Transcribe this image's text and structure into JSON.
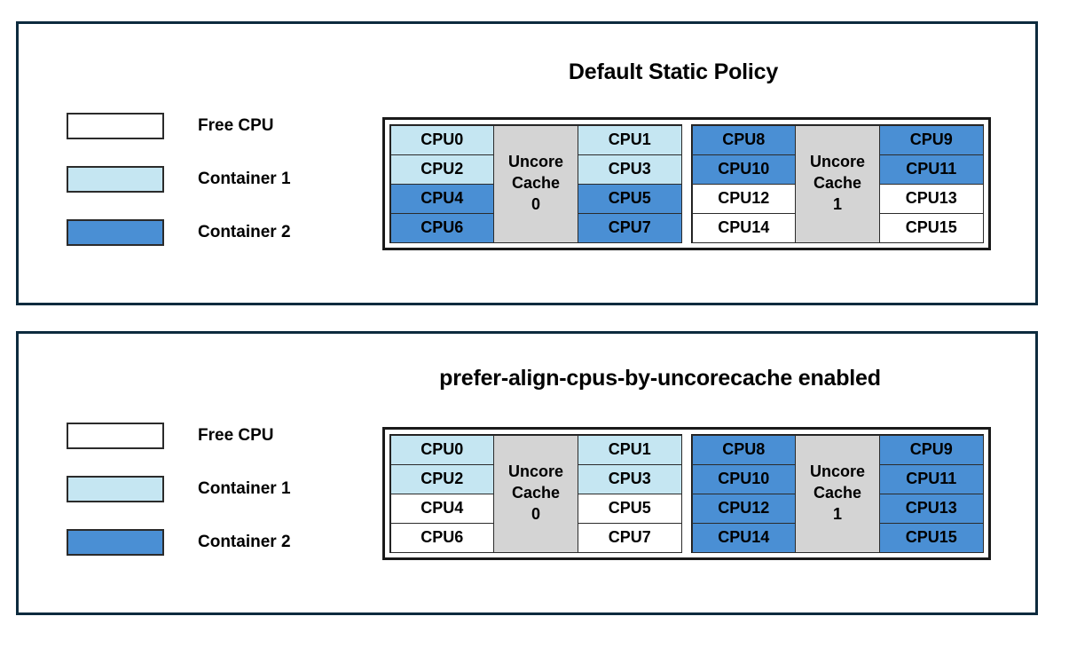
{
  "colors": {
    "free_cpu": "#ffffff",
    "container_1": "#c5e6f2",
    "container_2": "#4a8fd4",
    "uncore_cache": "#d4d4d4",
    "panel_border": "#0d2b3e",
    "cell_border": "#2b2b2b",
    "text": "#000000"
  },
  "legend": {
    "items": [
      {
        "label": "Free CPU",
        "key": "free_cpu"
      },
      {
        "label": "Container 1",
        "key": "container_1"
      },
      {
        "label": "Container 2",
        "key": "container_2"
      }
    ]
  },
  "panels": [
    {
      "title": "Default Static Policy",
      "uncore_groups": [
        {
          "cache_line_1": "Uncore",
          "cache_line_2": "Cache",
          "cache_line_3": "0",
          "left_column": [
            {
              "label": "CPU0",
              "state": "container_1"
            },
            {
              "label": "CPU2",
              "state": "container_1"
            },
            {
              "label": "CPU4",
              "state": "container_2"
            },
            {
              "label": "CPU6",
              "state": "container_2"
            }
          ],
          "right_column": [
            {
              "label": "CPU1",
              "state": "container_1"
            },
            {
              "label": "CPU3",
              "state": "container_1"
            },
            {
              "label": "CPU5",
              "state": "container_2"
            },
            {
              "label": "CPU7",
              "state": "container_2"
            }
          ]
        },
        {
          "cache_line_1": "Uncore",
          "cache_line_2": "Cache",
          "cache_line_3": "1",
          "left_column": [
            {
              "label": "CPU8",
              "state": "container_2"
            },
            {
              "label": "CPU10",
              "state": "container_2"
            },
            {
              "label": "CPU12",
              "state": "free_cpu"
            },
            {
              "label": "CPU14",
              "state": "free_cpu"
            }
          ],
          "right_column": [
            {
              "label": "CPU9",
              "state": "container_2"
            },
            {
              "label": "CPU11",
              "state": "container_2"
            },
            {
              "label": "CPU13",
              "state": "free_cpu"
            },
            {
              "label": "CPU15",
              "state": "free_cpu"
            }
          ]
        }
      ]
    },
    {
      "title": "prefer-align-cpus-by-uncorecache enabled",
      "uncore_groups": [
        {
          "cache_line_1": "Uncore",
          "cache_line_2": "Cache",
          "cache_line_3": "0",
          "left_column": [
            {
              "label": "CPU0",
              "state": "container_1"
            },
            {
              "label": "CPU2",
              "state": "container_1"
            },
            {
              "label": "CPU4",
              "state": "free_cpu"
            },
            {
              "label": "CPU6",
              "state": "free_cpu"
            }
          ],
          "right_column": [
            {
              "label": "CPU1",
              "state": "container_1"
            },
            {
              "label": "CPU3",
              "state": "container_1"
            },
            {
              "label": "CPU5",
              "state": "free_cpu"
            },
            {
              "label": "CPU7",
              "state": "free_cpu"
            }
          ]
        },
        {
          "cache_line_1": "Uncore",
          "cache_line_2": "Cache",
          "cache_line_3": "1",
          "left_column": [
            {
              "label": "CPU8",
              "state": "container_2"
            },
            {
              "label": "CPU10",
              "state": "container_2"
            },
            {
              "label": "CPU12",
              "state": "container_2"
            },
            {
              "label": "CPU14",
              "state": "container_2"
            }
          ],
          "right_column": [
            {
              "label": "CPU9",
              "state": "container_2"
            },
            {
              "label": "CPU11",
              "state": "container_2"
            },
            {
              "label": "CPU13",
              "state": "container_2"
            },
            {
              "label": "CPU15",
              "state": "container_2"
            }
          ]
        }
      ]
    }
  ]
}
